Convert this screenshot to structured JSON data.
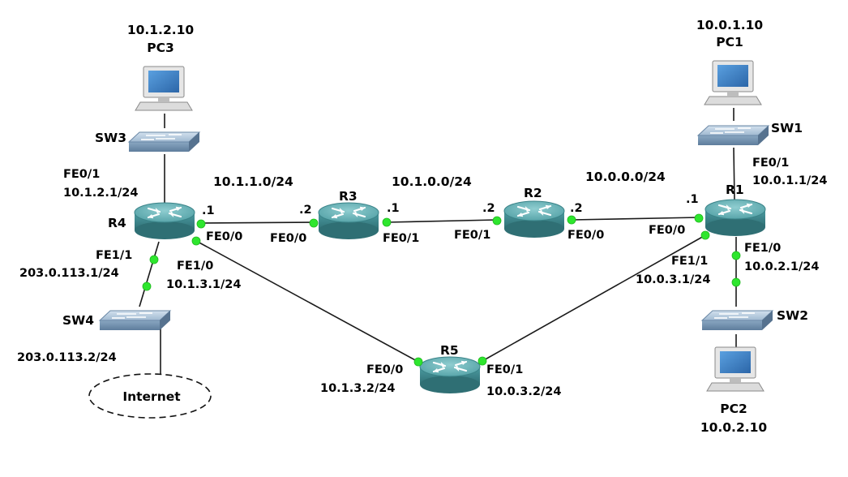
{
  "routers": {
    "r1": {
      "name": "R1"
    },
    "r2": {
      "name": "R2"
    },
    "r3": {
      "name": "R3"
    },
    "r4": {
      "name": "R4"
    },
    "r5": {
      "name": "R5"
    }
  },
  "switches": {
    "sw1": {
      "name": "SW1"
    },
    "sw2": {
      "name": "SW2"
    },
    "sw3": {
      "name": "SW3"
    },
    "sw4": {
      "name": "SW4"
    }
  },
  "pcs": {
    "pc1": {
      "name": "PC1",
      "ip": "10.0.1.10"
    },
    "pc2": {
      "name": "PC2",
      "ip": "10.0.2.10"
    },
    "pc3": {
      "name": "PC3",
      "ip": "10.1.2.10"
    }
  },
  "internet": {
    "label": "Internet"
  },
  "networks": {
    "r4_r3": "10.1.1.0/24",
    "r3_r2": "10.1.0.0/24",
    "r2_r1": "10.0.0.0/24"
  },
  "labels": {
    "r4_fe01": "FE0/1",
    "r4_fe01_ip": "10.1.2.1/24",
    "r4_fe00_host": ".1",
    "r4_fe00": "FE0/0",
    "r4_fe11": "FE1/1",
    "r4_fe11_ip": "203.0.113.1/24",
    "r4_fe10": "FE1/0",
    "r4_fe10_ip": "10.1.3.1/24",
    "sw4_ip": "203.0.113.2/24",
    "r3_fe00_host": ".2",
    "r3_fe00": "FE0/0",
    "r3_fe01_host": ".1",
    "r3_fe01": "FE0/1",
    "r2_fe01_host": ".2",
    "r2_fe01": "FE0/1",
    "r2_fe00_host": ".2",
    "r2_fe00": "FE0/0",
    "r1_fe00_host": ".1",
    "r1_fe00": "FE0/0",
    "r1_fe01": "FE0/1",
    "r1_fe01_ip": "10.0.1.1/24",
    "r1_fe10": "FE1/0",
    "r1_fe10_ip": "10.0.2.1/24",
    "r1_fe11": "FE1/1",
    "r1_fe11_ip": "10.0.3.1/24",
    "r5_fe00": "FE0/0",
    "r5_fe00_ip": "10.1.3.2/24",
    "r5_fe01": "FE0/1",
    "r5_fe01_ip": "10.0.3.2/24"
  },
  "colors": {
    "router_body": "#3f8e93",
    "router_top": "#6fb7bb",
    "switch_body": "#7f9cb8",
    "switch_top": "#b9cde0",
    "pc_screen": "#3d7fc4",
    "port_dot": "#2ee62e"
  }
}
